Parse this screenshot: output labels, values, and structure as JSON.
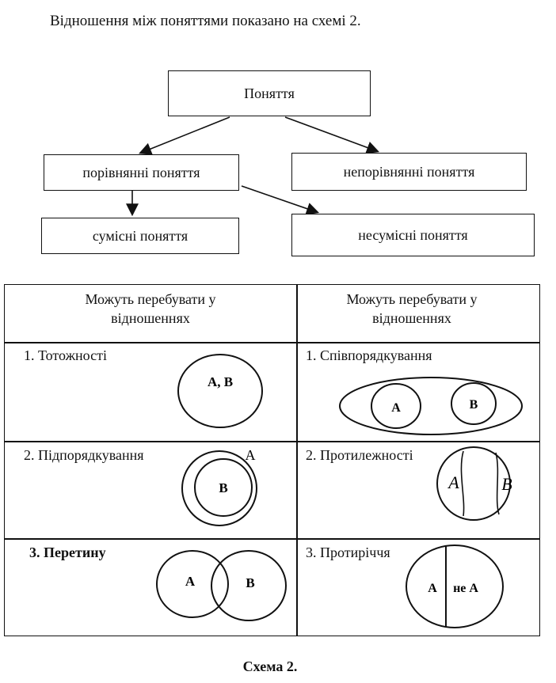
{
  "intro": "Відношення між поняттями показано на схемі 2.",
  "tree": {
    "root": "Поняття",
    "comparable": "порівнянні поняття",
    "incomparable": "непорівнянні поняття",
    "compatible": "сумісні поняття",
    "incompatible": "несумісні поняття"
  },
  "table": {
    "left_header": "Можуть перебувати  у відношеннях",
    "right_header": "Можуть перебувати у відношеннях",
    "left_rows": [
      {
        "label": "1. Тотожності",
        "letters": [
          "А, В"
        ]
      },
      {
        "label": "2. Підпорядкування",
        "letters": [
          "А",
          "В"
        ]
      },
      {
        "label": "3. Перетину",
        "letters": [
          "А",
          "В"
        ]
      }
    ],
    "right_rows": [
      {
        "label": "1. Співпорядкування",
        "letters": [
          "А",
          "В"
        ]
      },
      {
        "label": "2. Протилежності",
        "letters": [
          "А",
          "В"
        ]
      },
      {
        "label": "3. Протиріччя",
        "letters": [
          "А",
          "не А"
        ]
      }
    ]
  },
  "caption": "Схема 2."
}
